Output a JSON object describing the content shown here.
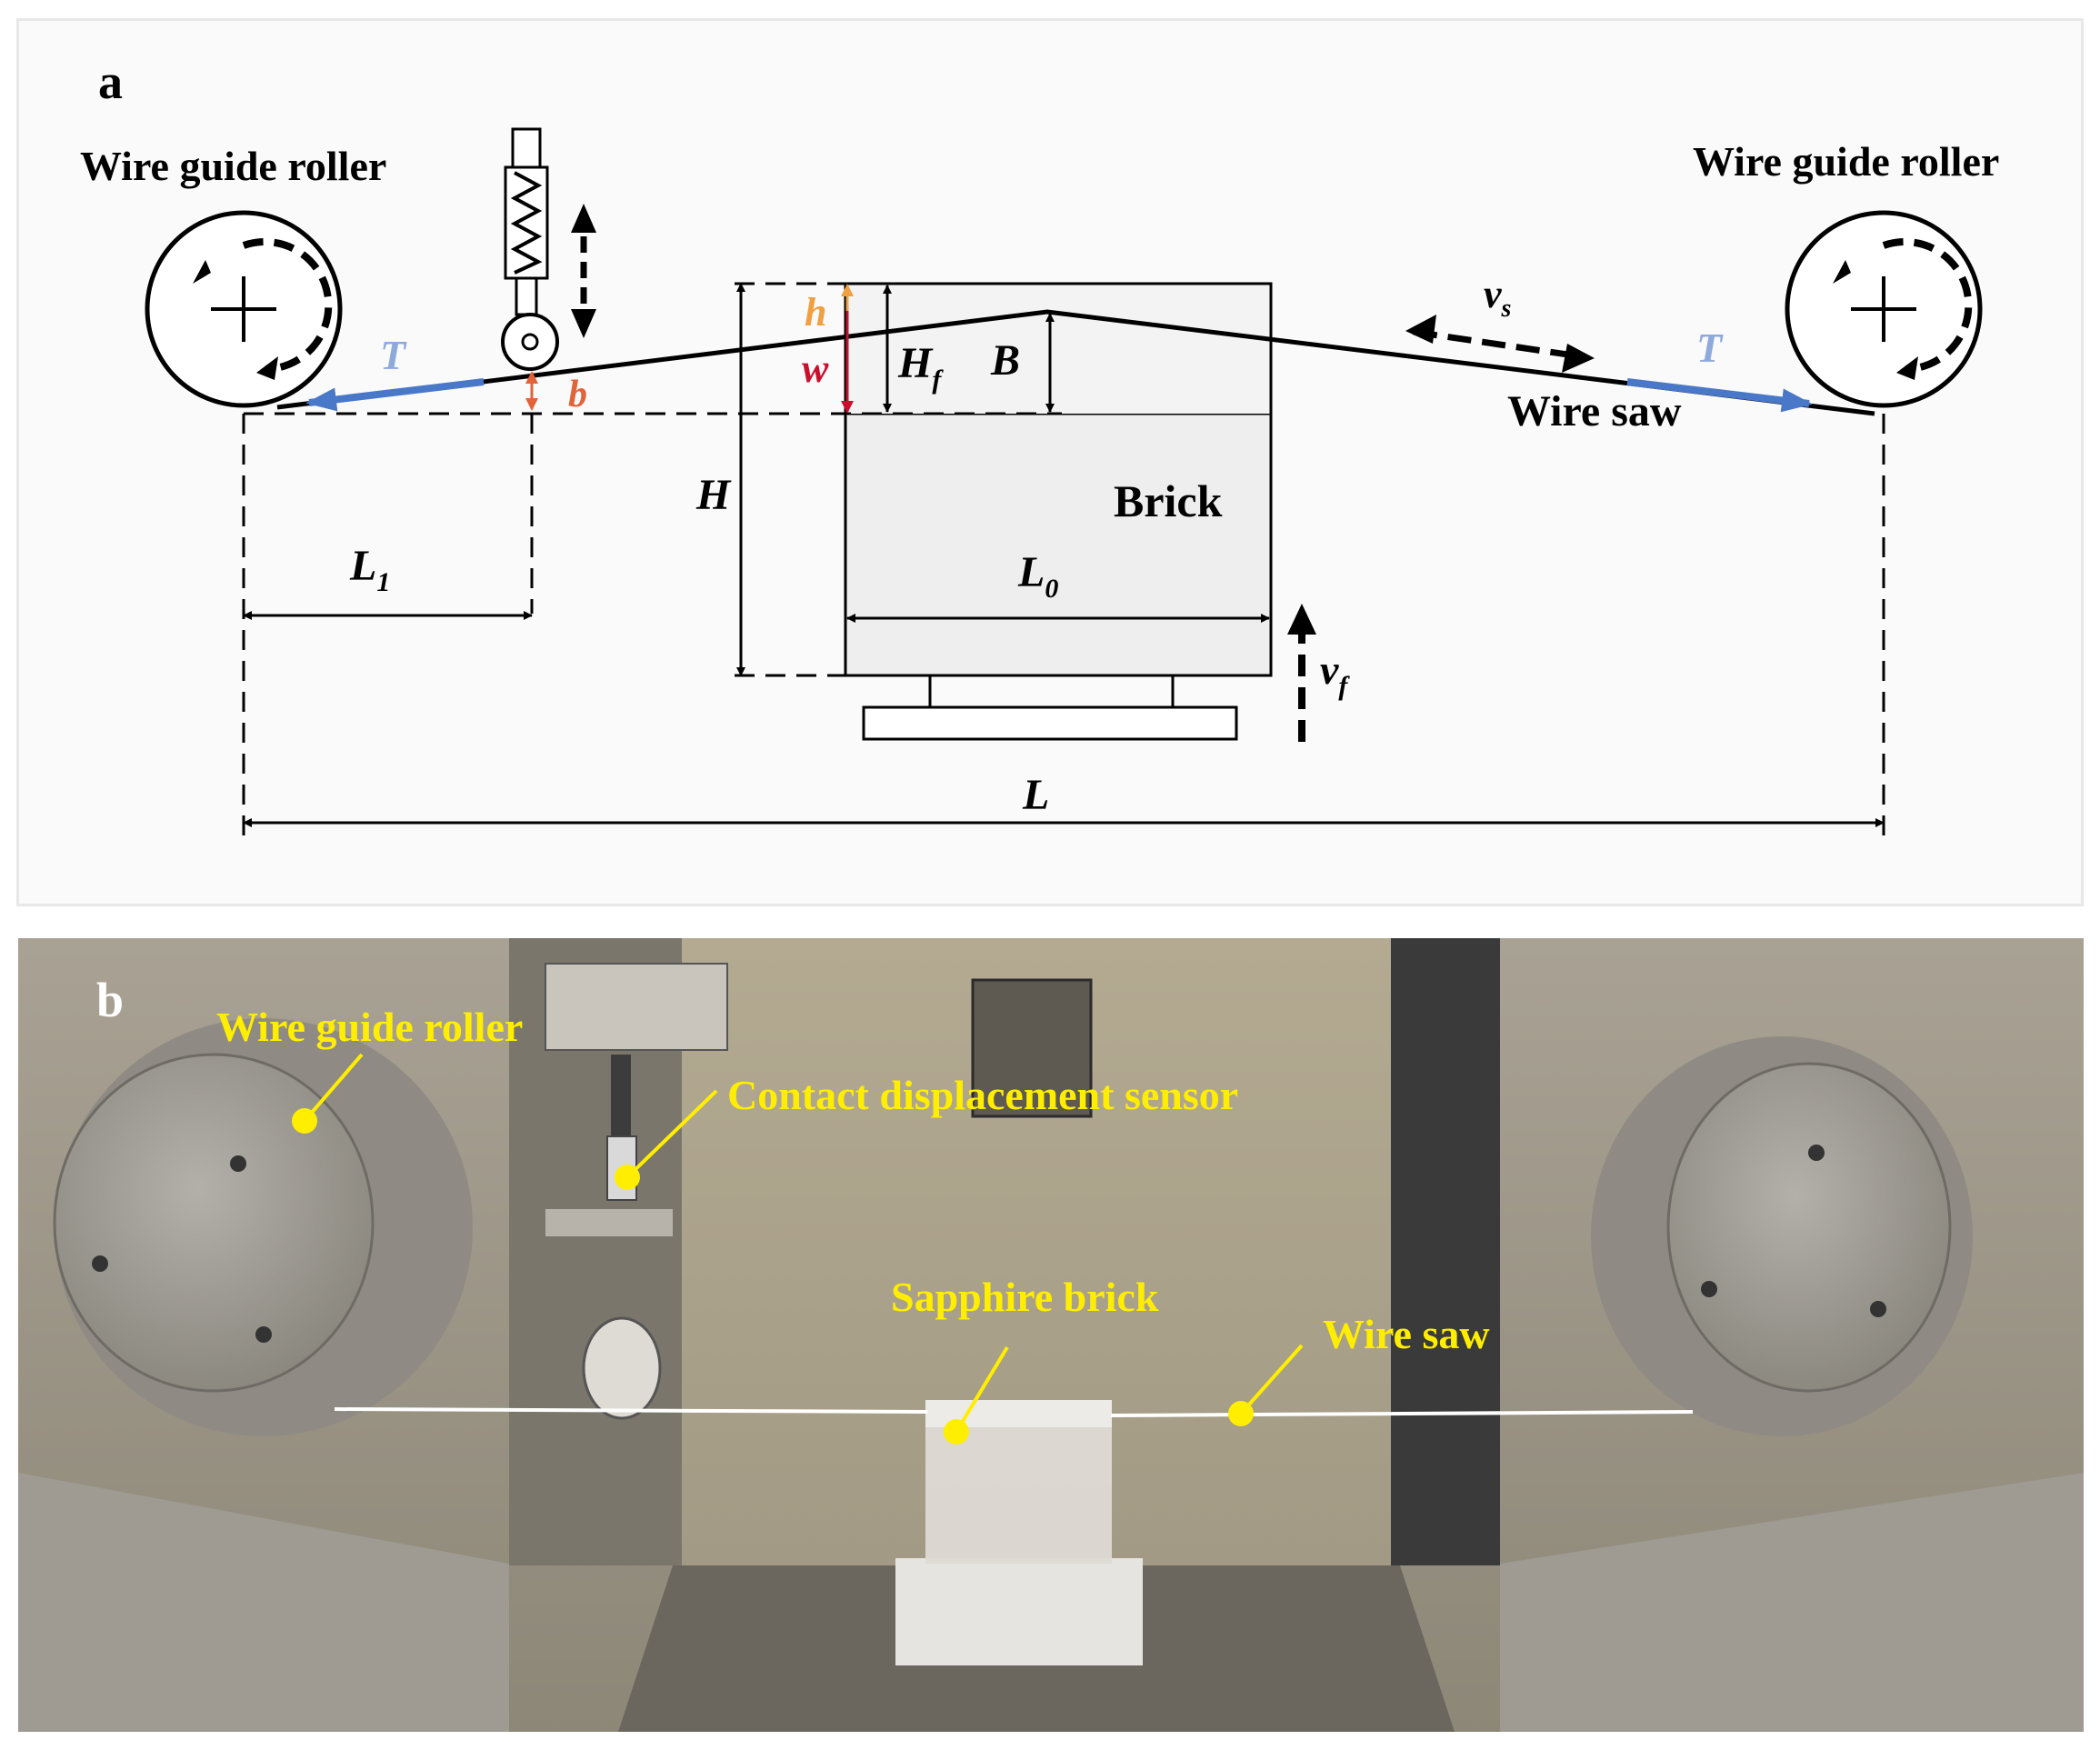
{
  "panel_a": {
    "letter": "a",
    "roller_left_label": "Wire guide roller",
    "roller_right_label": "Wire guide roller",
    "wire_saw_label": "Wire saw",
    "brick_label": "Brick",
    "symbol_T": "T",
    "symbol_b": "b",
    "symbol_h": "h",
    "symbol_w": "w",
    "symbol_H": "H",
    "symbol_B": "B",
    "symbol_L": "L",
    "symbol_Hf_main": "H",
    "symbol_Hf_sub": "f",
    "symbol_L0_main": "L",
    "symbol_L0_sub": "0",
    "symbol_L1_main": "L",
    "symbol_L1_sub": "1",
    "symbol_vs_main": "v",
    "symbol_vs_sub": "s",
    "symbol_vf_main": "v",
    "symbol_vf_sub": "f",
    "colors": {
      "tension": "#4a78c8",
      "tension_label": "#8eaadb",
      "b": "#e2623a",
      "h": "#f0a040",
      "w": "#c8102e"
    }
  },
  "panel_b": {
    "letter": "b",
    "label_roller": "Wire guide roller",
    "label_sensor": "Contact displacement sensor",
    "label_brick": "Sapphire brick",
    "label_wire": "Wire saw",
    "label_color": "#ffee00"
  }
}
